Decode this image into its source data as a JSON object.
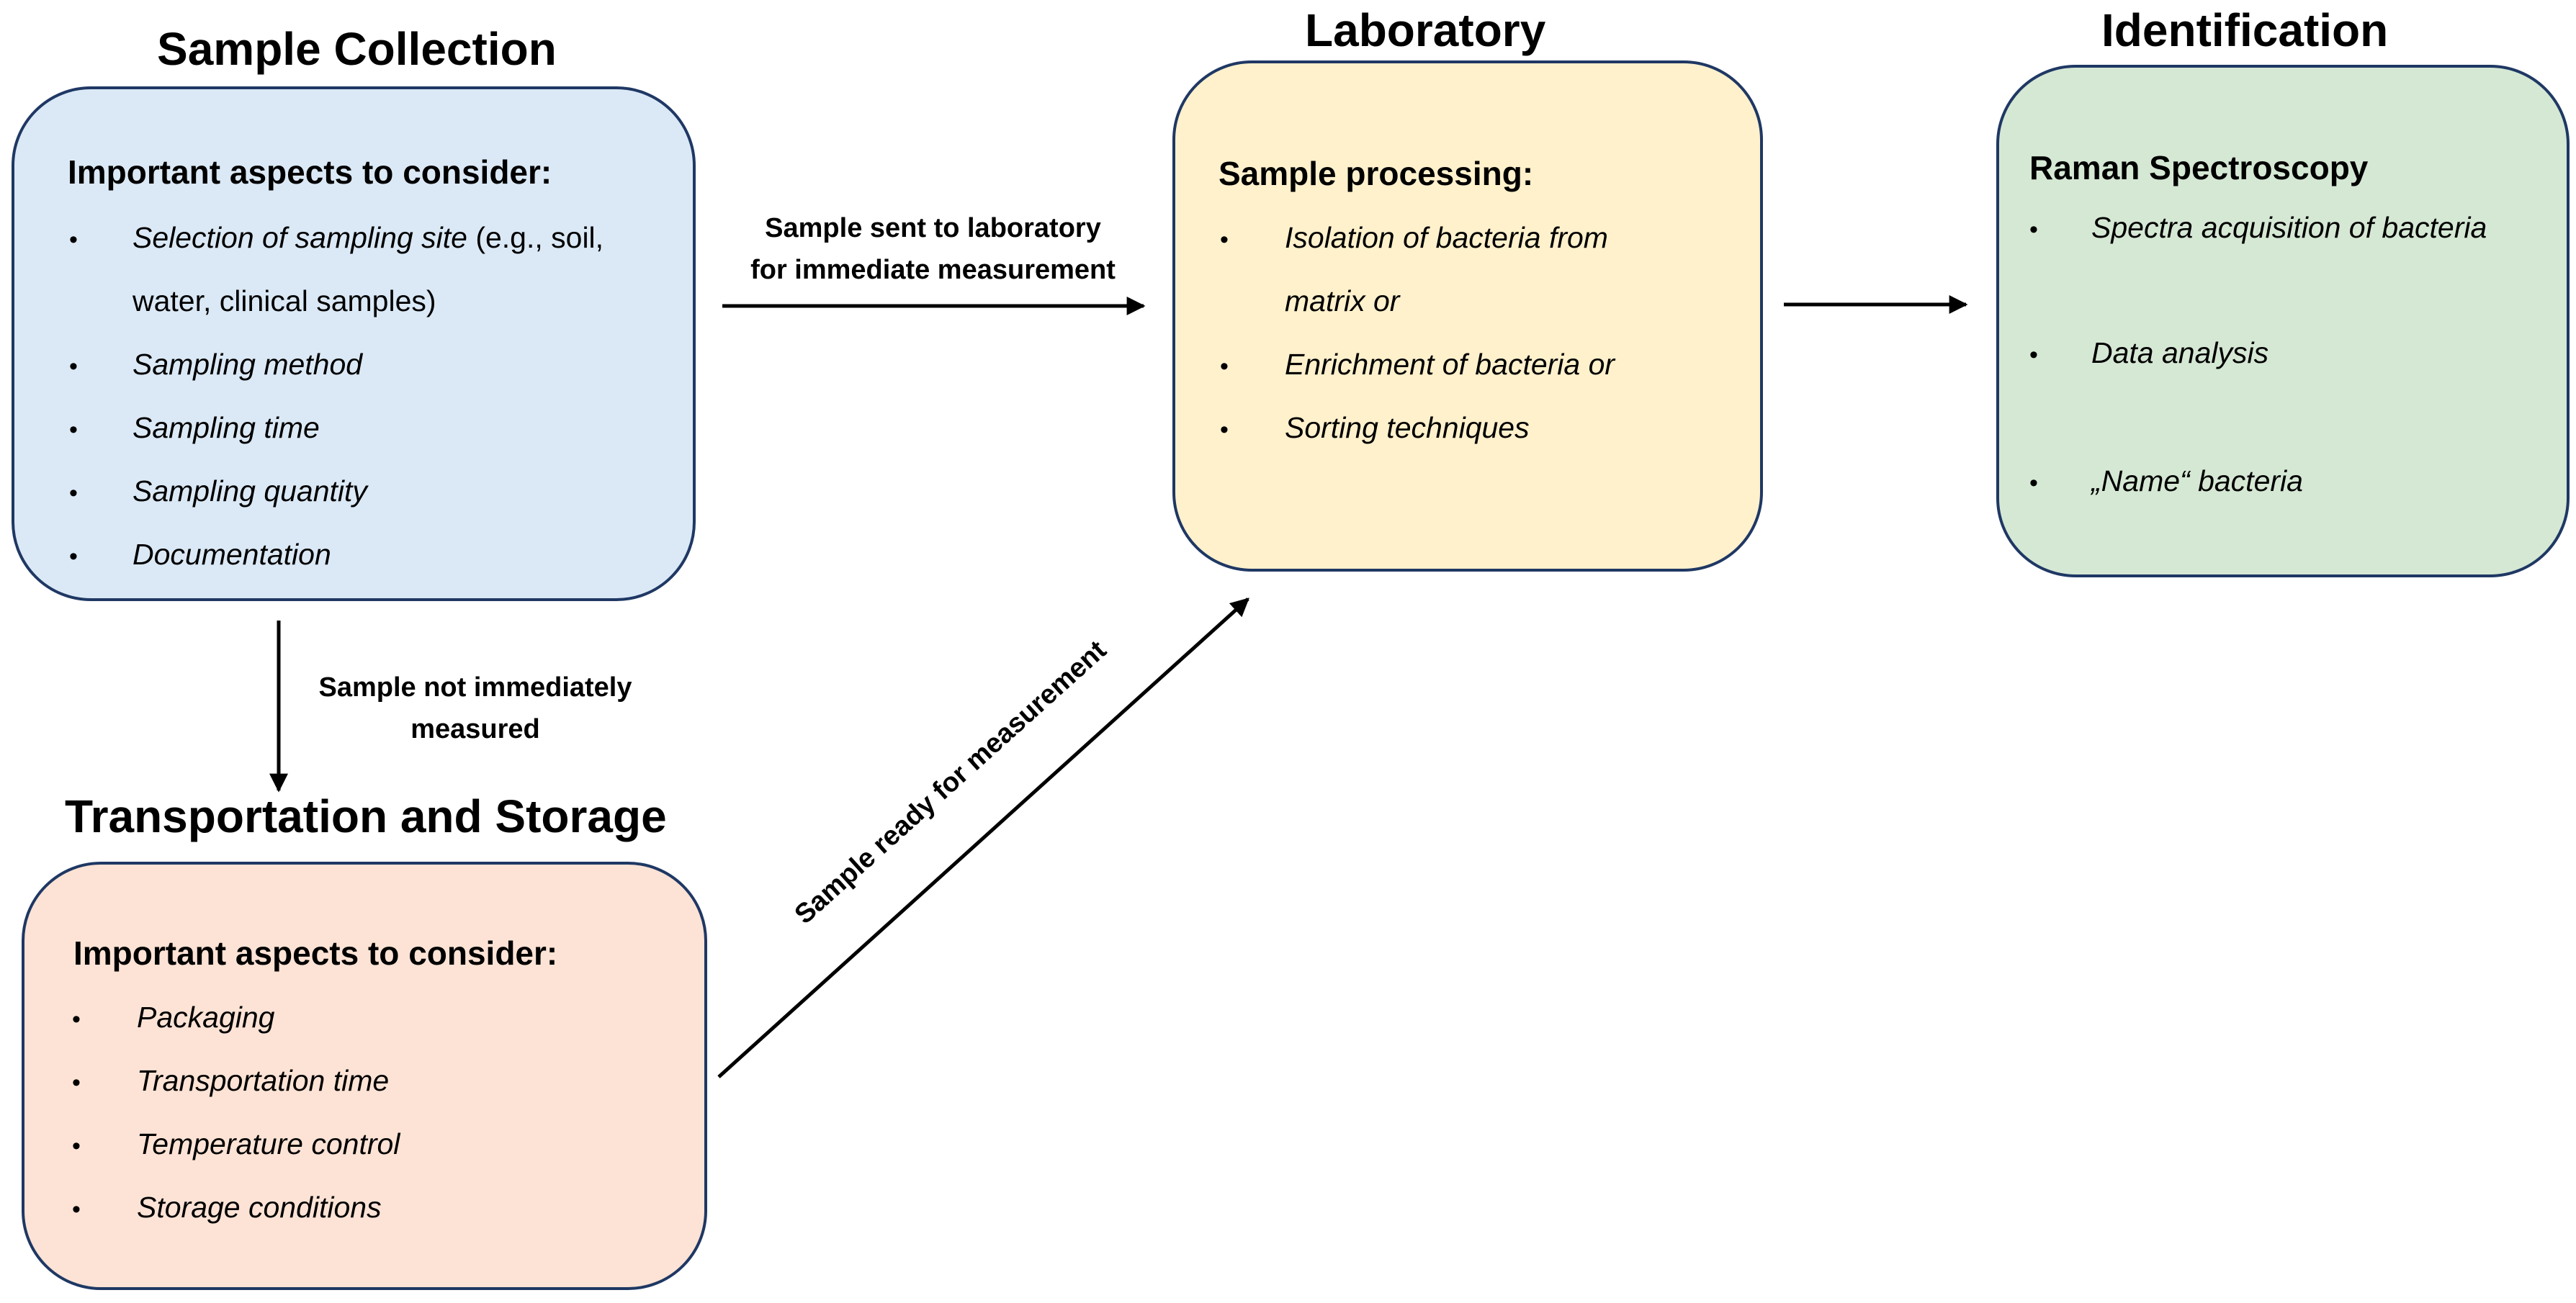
{
  "headings": {
    "sample_collection": "Sample Collection",
    "laboratory": "Laboratory",
    "identification": "Identification",
    "transport_storage": "Transportation and Storage"
  },
  "sample_collection_box": {
    "title": "Important aspects to consider:",
    "item1_italic": "Selection of sampling site",
    "item1_rest": " (e.g., soil,",
    "item1_cont": "water, clinical samples)",
    "item2": "Sampling method",
    "item3": "Sampling time",
    "item4": "Sampling quantity",
    "item5": "Documentation",
    "color": "#dbe9f6"
  },
  "transport_box": {
    "title": "Important aspects to consider:",
    "item1": "Packaging",
    "item2": "Transportation time",
    "item3": "Temperature control",
    "item4": "Storage conditions",
    "color": "#fde3d5"
  },
  "laboratory_box": {
    "title": "Sample processing:",
    "item1": "Isolation of bacteria from",
    "item1_cont": "matrix or",
    "item2": "Enrichment of bacteria or",
    "item3": "Sorting techniques",
    "color": "#fff1cc"
  },
  "identification_box": {
    "title": "Raman Spectroscopy",
    "item1": "Spectra acquisition of bacteria",
    "item2": "Data analysis",
    "item3_italic": "„Name“",
    "item3_rest": " bacteria",
    "color": "#d5e8d4"
  },
  "arrows": {
    "to_lab_line1": "Sample sent to laboratory",
    "to_lab_line2": "for immediate measurement",
    "to_storage_line1": "Sample not immediately",
    "to_storage_line2": "measured",
    "ready": "Sample ready for measurement"
  },
  "bullet_char": "•"
}
